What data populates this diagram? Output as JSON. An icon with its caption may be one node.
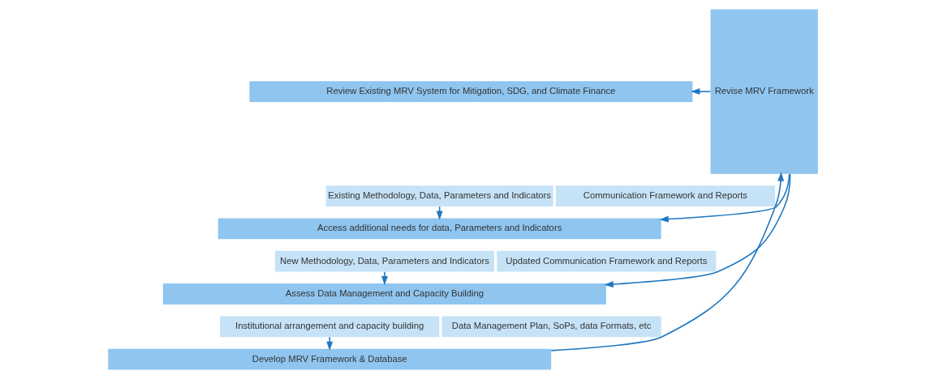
{
  "diagram": {
    "nodes": [
      {
        "text": [
          "Review Existing MRV System for Mitigation, SDG, and Climate Finance"
        ]
      },
      {
        "text": [
          "Existing Methodology, Data, Parameters and Indicators"
        ]
      },
      {
        "text": [
          "Communication Framework and Reports"
        ]
      },
      {
        "text": [
          "Access additional needs for data, Parameters and Indicators"
        ]
      },
      {
        "text": [
          "New Methodology, Data, Parameters and Indicators"
        ]
      },
      {
        "text": [
          "Updated Communication Framework and Reports"
        ]
      },
      {
        "text": [
          "Assess Data Management and Capacity Building"
        ]
      },
      {
        "text": [
          "Institutional arrangement and capacity building"
        ]
      },
      {
        "text": [
          "Data Management Plan, SoPs, data Formats, etc"
        ]
      },
      {
        "text": [
          "Develop MRV Framework & Database"
        ]
      },
      {
        "text": [
          "Revise MRV Framework"
        ]
      }
    ],
    "edges": [
      {
        "from": 1,
        "to": 3,
        "arrow": "to"
      },
      {
        "from": 4,
        "to": 6,
        "arrow": "to"
      },
      {
        "from": 7,
        "to": 9,
        "arrow": "to"
      },
      {
        "from": 9,
        "to": 10,
        "arrow": "to"
      },
      {
        "from": 10,
        "to": 0,
        "arrow": "to"
      },
      {
        "from": 10,
        "to": 3,
        "arrow": "to"
      },
      {
        "from": 10,
        "to": 6,
        "arrow": "to"
      }
    ]
  }
}
